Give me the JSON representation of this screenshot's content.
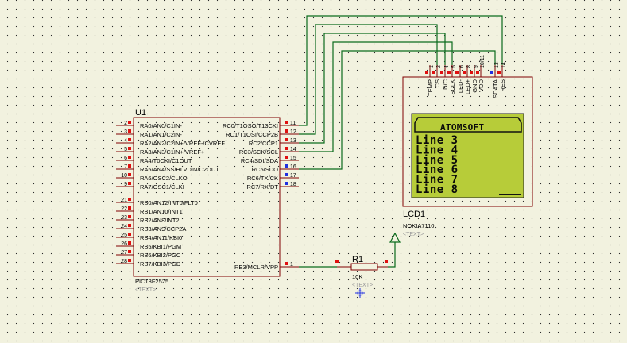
{
  "u1": {
    "ref": "U1",
    "part": "PIC18F2525",
    "text_placeholder": "<TEXT>",
    "left_pins": [
      {
        "num": "2",
        "label": "RA0/AN0/C1IN-"
      },
      {
        "num": "3",
        "label": "RA1/AN1/C2IN-"
      },
      {
        "num": "4",
        "label": "RA2/AN2/C2IN+/VREF-/CVREF"
      },
      {
        "num": "5",
        "label": "RA3/AN3/C1IN+/VREF+"
      },
      {
        "num": "6",
        "label": "RA4/T0CKI/C1OUT"
      },
      {
        "num": "7",
        "label": "RA5/AN4/SS/HLVDIN/C2OUT"
      },
      {
        "num": "10",
        "label": "RA6/OSC2/CLKO"
      },
      {
        "num": "9",
        "label": "RA7/OSC1/CLKI"
      },
      {
        "num": "21",
        "label": "RB0/AN12/INT0/FLT0"
      },
      {
        "num": "22",
        "label": "RB1/AN10/INT1"
      },
      {
        "num": "23",
        "label": "RB2/AN8/INT2"
      },
      {
        "num": "24",
        "label": "RB3/AN9/CCP2A"
      },
      {
        "num": "25",
        "label": "RB4/AN11/KBI0"
      },
      {
        "num": "26",
        "label": "RB5/KBI1/PGM"
      },
      {
        "num": "27",
        "label": "RB6/KBI2/PGC"
      },
      {
        "num": "28",
        "label": "RB7/KBI3/PGD"
      }
    ],
    "right_pins": [
      {
        "num": "11",
        "label": "RC0/T1OSO/T13CKI"
      },
      {
        "num": "12",
        "label": "RC1/T1OSI/CCP2B"
      },
      {
        "num": "13",
        "label": "RC2/CCP1"
      },
      {
        "num": "14",
        "label": "RC3/SCK/SCL"
      },
      {
        "num": "15",
        "label": "RC4/SDI/SDA"
      },
      {
        "num": "16",
        "label": "RC5/SDO"
      },
      {
        "num": "17",
        "label": "RC6/TX/CK"
      },
      {
        "num": "18",
        "label": "RC7/RX/DT"
      }
    ],
    "mclr_pin": {
      "num": "1",
      "label": "RE3/MCLR/VPP"
    }
  },
  "lcd": {
    "ref": "LCD1",
    "part": "NOKIA7110",
    "text_placeholder": "<TEXT>",
    "pins": [
      {
        "num": "1",
        "label": "TEMP"
      },
      {
        "num": "2",
        "label": "CS"
      },
      {
        "num": "4",
        "label": "D/C"
      },
      {
        "num": "5",
        "label": "SCLK"
      },
      {
        "num": "6",
        "label": "LED-"
      },
      {
        "num": "8",
        "label": "LED+"
      },
      {
        "num": "9",
        "label": "GND"
      },
      {
        "num": "10/11",
        "label": "VDD"
      },
      {
        "num": "13",
        "label": "SDATA"
      },
      {
        "num": "14",
        "label": "RES"
      }
    ],
    "screen": {
      "header": "ATOMSOFT",
      "lines": [
        "Line 3",
        "Line 4",
        "Line 5",
        "Line 6",
        "Line 7",
        "Line 8"
      ]
    }
  },
  "r1": {
    "ref": "R1",
    "value": "10K",
    "text_placeholder": "<TEXT>"
  },
  "colors": {
    "wire": "#0b6b1c",
    "component_outline": "#800000",
    "pin_red": "#e01010",
    "pin_blue": "#2030e0",
    "lcd_screen": "#b7cc39",
    "background": "#f2f2df"
  }
}
